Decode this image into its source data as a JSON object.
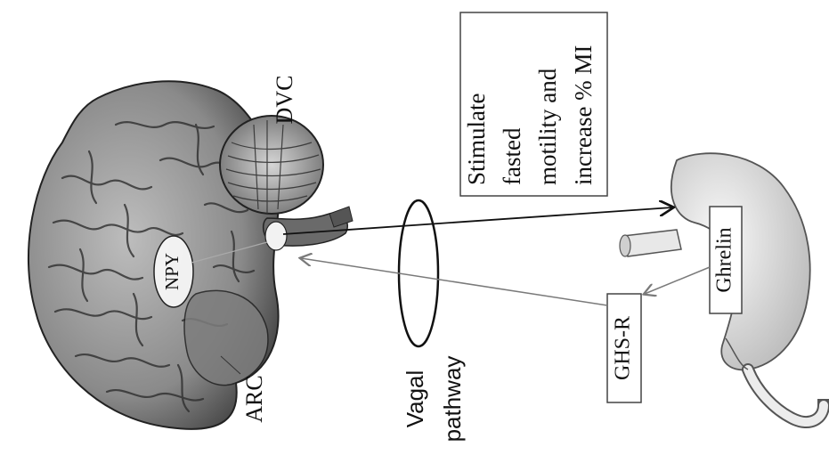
{
  "labels": {
    "npy": "NPY",
    "arc": "ARC",
    "dvc": "DVC",
    "vagal_line1": "Vagal",
    "vagal_line2": "pathway",
    "ghs_r": "GHS-R",
    "ghrelin": "Ghrelin",
    "effect_line1": "Stimulate",
    "effect_line2": "fasted",
    "effect_line3": "motility and",
    "effect_line4": "increase % MI"
  },
  "colors": {
    "ink": "#111111",
    "brain_fill": "#8f8f8f",
    "brain_shade": "#5a5a5a",
    "stomach_fill": "#e6e6e6",
    "afferent_arrow": "#7a7a7a",
    "efferent_arrow": "#111111"
  }
}
